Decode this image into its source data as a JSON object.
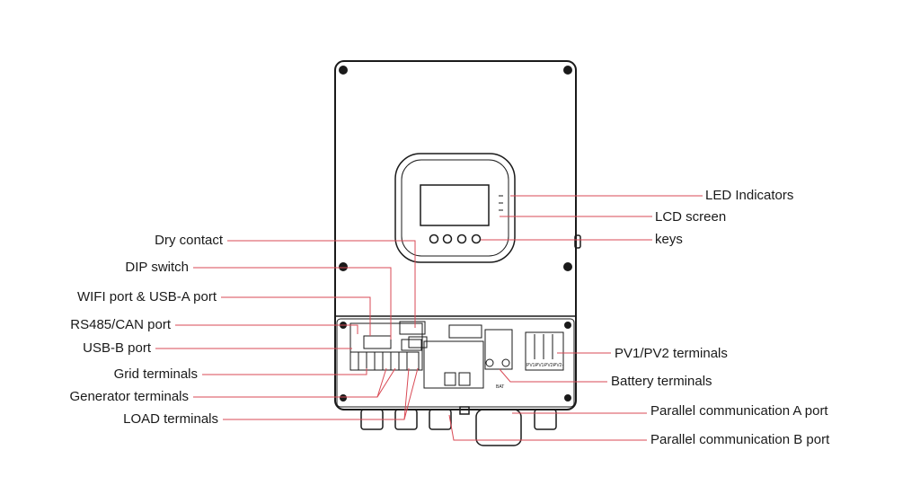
{
  "labels_left": [
    "Dry contact",
    "DIP switch",
    "WIFI port & USB-A port",
    "RS485/CAN port",
    "USB-B port",
    "Grid terminals",
    "Generator terminals",
    "LOAD terminals"
  ],
  "labels_right": [
    "LED Indicators",
    "LCD screen",
    "keys",
    "PV1/PV2 terminals",
    "Battery terminals",
    "Parallel communication A port",
    "Parallel communication B port"
  ],
  "board_marks": {
    "bat": "BAT",
    "pv": [
      "PV1+",
      "PV1-",
      "PV2+",
      "PV2-"
    ]
  },
  "colors": {
    "leader": "#d94a55",
    "outline": "#1a1a1a"
  }
}
